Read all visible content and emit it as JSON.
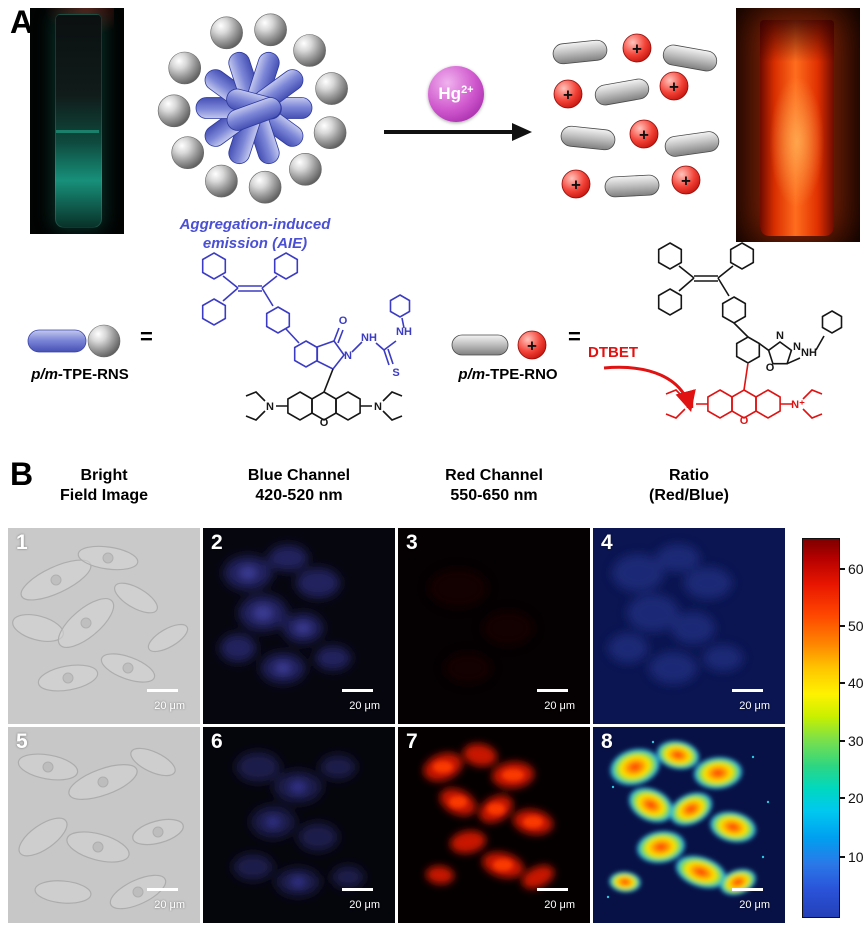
{
  "panelA": {
    "label": "A",
    "aie_caption": {
      "line1": "Aggregation-induced",
      "line2": "emission (AIE)"
    },
    "hg": {
      "element": "Hg",
      "charge": "2+"
    },
    "plus": "+",
    "legend_left": {
      "name_italic": "p/m",
      "name_rest": "-TPE-RNS",
      "equals": "="
    },
    "legend_right": {
      "name_italic": "p/m",
      "name_rest": "-TPE-RNO",
      "equals": "=",
      "dtbet": "DTBET"
    },
    "structL": {
      "carbonylO": "O",
      "ringN": "N",
      "hydrazideNH": "NH",
      "thioS": "S",
      "anilideNH": "NH",
      "xanthO": "O",
      "aminL": "N",
      "aminR": "N"
    },
    "structR": {
      "oxaN1": "N",
      "oxaN2": "N",
      "oxaO": "O",
      "anilideNH": "NH",
      "xanthO": "O",
      "aminL": "N",
      "aminR": "N⁺"
    }
  },
  "panelB": {
    "label": "B",
    "columns": [
      {
        "line1": "Bright",
        "line2": "Field Image"
      },
      {
        "line1": "Blue Channel",
        "line2": "420-520 nm"
      },
      {
        "line1": "Red Channel",
        "line2": "550-650 nm"
      },
      {
        "line1": "Ratio",
        "line2": "(Red/Blue)"
      }
    ],
    "cells": [
      {
        "number": "1",
        "scalebar": "20 μm"
      },
      {
        "number": "2",
        "scalebar": "20 μm"
      },
      {
        "number": "3",
        "scalebar": "20 μm"
      },
      {
        "number": "4",
        "scalebar": "20 μm"
      },
      {
        "number": "5",
        "scalebar": "20 μm"
      },
      {
        "number": "6",
        "scalebar": "20 μm"
      },
      {
        "number": "7",
        "scalebar": "20 μm"
      },
      {
        "number": "8",
        "scalebar": "20 μm"
      }
    ],
    "colorbar": {
      "ticks": [
        "60",
        "50",
        "40",
        "30",
        "20",
        "10"
      ]
    }
  }
}
